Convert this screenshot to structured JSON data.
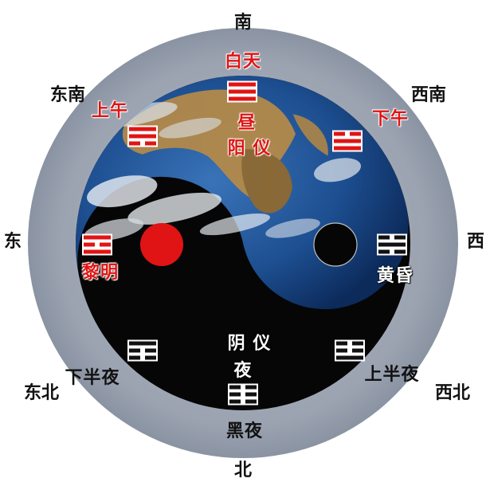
{
  "directions": {
    "south": "南",
    "southeast": "东南",
    "southwest": "西南",
    "east": "东",
    "west": "西",
    "northeast": "东北",
    "northwest": "西北",
    "north": "北"
  },
  "times": {
    "noon_day": "白天",
    "forenoon": "上午",
    "afternoon": "下午",
    "dawn": "黎明",
    "dusk": "黄昏",
    "late_night": "下半夜",
    "early_night": "上半夜",
    "dark_night": "黑夜"
  },
  "center": {
    "day": "昼",
    "yang": "阳 仪",
    "yin": "阴 仪",
    "night": "夜"
  },
  "trigrams": {
    "qian": [
      1,
      1,
      1
    ],
    "dui": [
      1,
      1,
      0
    ],
    "xun": [
      0,
      1,
      1
    ],
    "li": [
      1,
      0,
      1
    ],
    "kan": [
      0,
      1,
      0
    ],
    "zhen": [
      1,
      0,
      0
    ],
    "gen": [
      0,
      0,
      1
    ],
    "kun": [
      0,
      0,
      0
    ]
  },
  "colors": {
    "ring": "#9aa3b2",
    "night": "#060606",
    "ocean": "#1c4f93",
    "yang_dot": "#e01414",
    "accent_red": "#e01414"
  }
}
